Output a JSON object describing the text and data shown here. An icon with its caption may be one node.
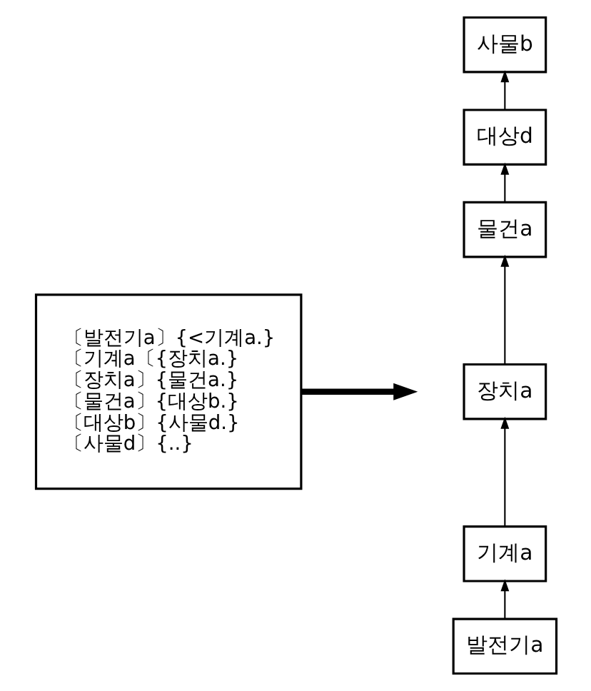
{
  "diagram": {
    "nodes": [
      {
        "text": [
          "〔발전기a〕{<기계a.}",
          "〔기계a〔{장치a.}",
          "〔장치a〕{물건a.}",
          "〔물건a〕{대상b.}",
          "〔대상b〕{사물d.}",
          "〔사물d〕{..}"
        ]
      },
      {
        "text": [
          "발전기a"
        ]
      },
      {
        "text": [
          "기계a"
        ]
      },
      {
        "text": [
          "장치a"
        ]
      },
      {
        "text": [
          "물건a"
        ]
      },
      {
        "text": [
          "대상d"
        ]
      },
      {
        "text": [
          "사물b"
        ]
      }
    ],
    "edges": [
      {
        "from": 0,
        "to": null,
        "arrow": "to",
        "style": "thick"
      },
      {
        "from": 1,
        "to": 2,
        "arrow": "to"
      },
      {
        "from": 2,
        "to": 3,
        "arrow": "to"
      },
      {
        "from": 3,
        "to": 4,
        "arrow": "to"
      },
      {
        "from": 4,
        "to": 5,
        "arrow": "to"
      },
      {
        "from": 5,
        "to": 6,
        "arrow": "to"
      }
    ]
  }
}
